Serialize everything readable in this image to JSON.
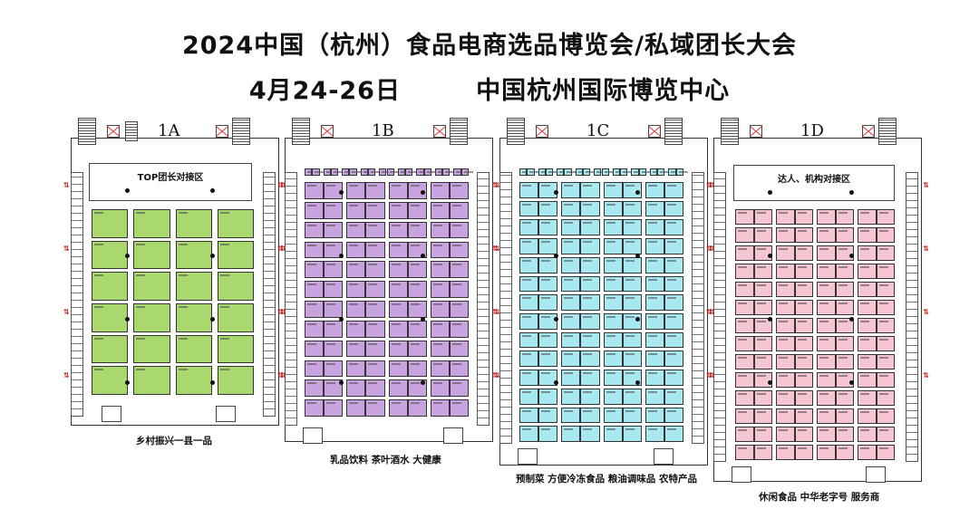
{
  "header": {
    "title_line1": "2024中国（杭州）食品电商选品博览会/私域团长大会",
    "title_line2": "4月24-26日        中国杭州国际博览中心"
  },
  "colors": {
    "hall_1A": "#a9d86e",
    "hall_1B": "#c9a3df",
    "hall_1C": "#a8e8f0",
    "hall_1D": "#f5c5d2",
    "exit": "#d22222"
  },
  "halls": [
    {
      "id": "1A",
      "label": "1A",
      "zone_label": "TOP团长对接区",
      "caption": "乡村振兴一县一品"
    },
    {
      "id": "1B",
      "label": "1B",
      "zone_label": "",
      "caption": "乳品饮料  茶叶酒水  大健康"
    },
    {
      "id": "1C",
      "label": "1C",
      "zone_label": "",
      "caption": "预制菜  方便冷冻食品  粮油调味品  农特产品"
    },
    {
      "id": "1D",
      "label": "1D",
      "zone_label": "达人、机构对接区",
      "caption": "休闲食品  中华老字号  服务商"
    }
  ],
  "icons": {
    "stair": "stairs-icon",
    "elevator": "elevator-icon",
    "exit": "exit-arrow-icon"
  }
}
